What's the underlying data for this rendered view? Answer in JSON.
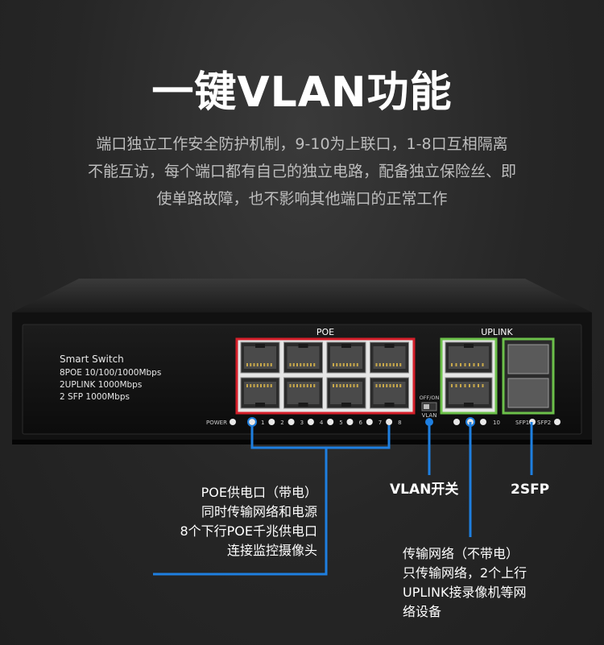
{
  "heading": {
    "title": "一键VLAN功能",
    "description_lines": [
      "端口独立工作安全防护机制，9-10为上联口，1-8口互相隔离",
      "不能互访，每个端口都有自己的独立电路，配备独立保险丝、即",
      "使单路故障，也不影响其他端口的正常工作"
    ]
  },
  "device": {
    "info_lines": [
      "Smart Switch",
      "8POE 10/100/1000Mbps",
      "2UPLINK 1000Mbps",
      "2 SFP 1000Mbps"
    ],
    "poe_label": "POE",
    "uplink_label": "UPLINK",
    "power_label": "POWER",
    "port_numbers": [
      "1",
      "2",
      "3",
      "4",
      "5",
      "6",
      "7",
      "8"
    ],
    "uplink_number": "10",
    "vlan_switch_label_top": "OFF/ON",
    "vlan_switch_label_bottom": "VLAN",
    "sfp_labels": [
      "SFP1",
      "SFP2"
    ]
  },
  "callouts": {
    "poe": [
      "POE供电口（带电）",
      "同时传输网络和电源",
      "8个下行POE千兆供电口",
      "连接监控摄像头"
    ],
    "vlan": "VLAN开关",
    "sfp": "2SFP",
    "uplink": [
      "传输网络（不带电）",
      "只传输网络，2个上行",
      "UPLINK接录像机等网",
      "络设备"
    ]
  },
  "colors": {
    "poe_frame": "#d51f2a",
    "uplink_frame": "#6cc04a",
    "callout_line": "#1e7fe0"
  }
}
